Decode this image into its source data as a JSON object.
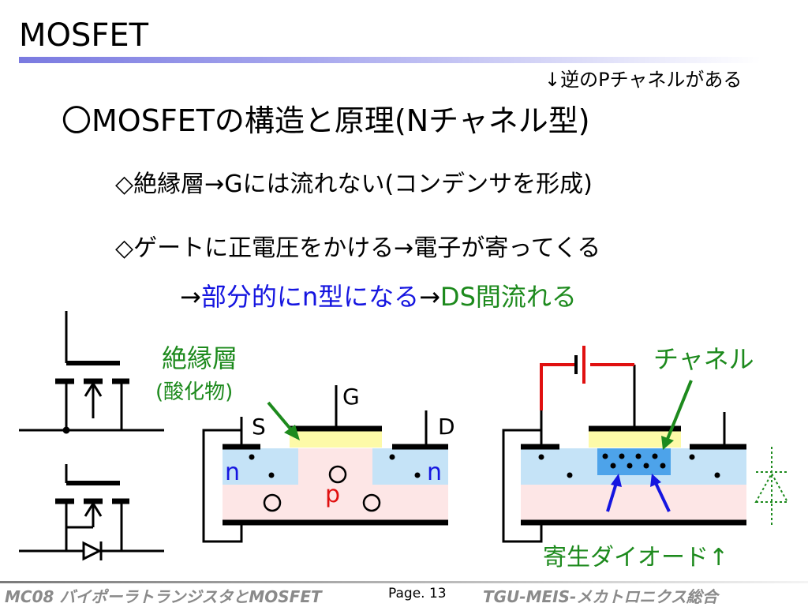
{
  "slide": {
    "title": "MOSFET",
    "note": "↓逆のPチャネルがある",
    "heading": "〇MOSFETの構造と原理(Nチャネル型)",
    "bullet1": "◇絶縁層→Gには流れない(コンデンサを形成)",
    "bullet2": "◇ゲートに正電圧をかける→電子が寄ってくる",
    "bullet3": {
      "prefix": "→",
      "blue_part": "部分的にn型になる",
      "middle": "→",
      "green_part": "DS間流れる"
    }
  },
  "diagram": {
    "insulator_label": "絶縁層",
    "oxide_label": "(酸化物)",
    "gate_label": "G",
    "source_label": "S",
    "drain_label": "D",
    "n_left": "n",
    "n_right": "n",
    "p_label": "p",
    "channel_label": "チャネル",
    "diode_label": "寄生ダイオード↑"
  },
  "colors": {
    "n_region": "#c5e3f7",
    "p_region": "#fde6e6",
    "gate_oxide": "#fdfaa8",
    "channel": "#4da3ea",
    "blue_text": "#1515e0",
    "green_text": "#1d8a1d",
    "red_wire": "#e01010"
  },
  "footer": {
    "left": "MC08 バイポーラトランジスタとMOSFET",
    "page": "Page. 13",
    "right": "TGU-MEIS-メカトロニクス総合"
  }
}
